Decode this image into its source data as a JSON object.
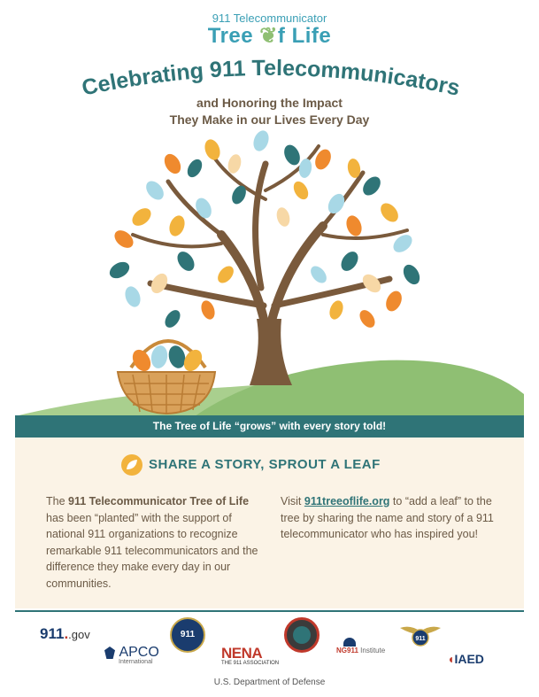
{
  "header": {
    "logo_small": "911 Telecommunicator",
    "logo_big_1": "Tree ",
    "logo_big_2": "f Life",
    "headline": "Celebrating 911 Telecommunicators",
    "subhead_1": "and Honoring the Impact",
    "subhead_2": "They Make in our Lives Every Day"
  },
  "banner": "The Tree of Life “grows” with every story told!",
  "share": {
    "title": "SHARE A STORY, SPROUT A LEAF",
    "col1_pre": "The ",
    "col1_bold": "911 Telecommunicator Tree of Life",
    "col1_post": " has been “planted” with the support of national 911 organizations to recognize remarkable 911 telecommunicators and the difference they make every day in our communities.",
    "col2_pre": "Visit ",
    "col2_link": "911treeoflife.org",
    "col2_post": " to “add a leaf” to the tree by sharing the name and story of a 911 telecommunicator who has inspired you!"
  },
  "orgs": {
    "gov_911": "911",
    "gov_suffix": ".gov",
    "apco": "APCO",
    "apco_sub": "International",
    "nena": "NENA",
    "nena_sub": "THE 911 ASSOCIATION",
    "seal_911": "911",
    "ng911": "NG911",
    "ng911_sub": "Institute",
    "iaed": "IAED",
    "eagle_911": "911"
  },
  "footer": "U.S. Department of Defense",
  "colors": {
    "teal": "#2f7477",
    "light_teal": "#3a9fb5",
    "brown": "#7a5a3c",
    "orange": "#ef8a2e",
    "yellow": "#f2b33d",
    "cream": "#fbf3e6",
    "green": "#8fbf73"
  }
}
